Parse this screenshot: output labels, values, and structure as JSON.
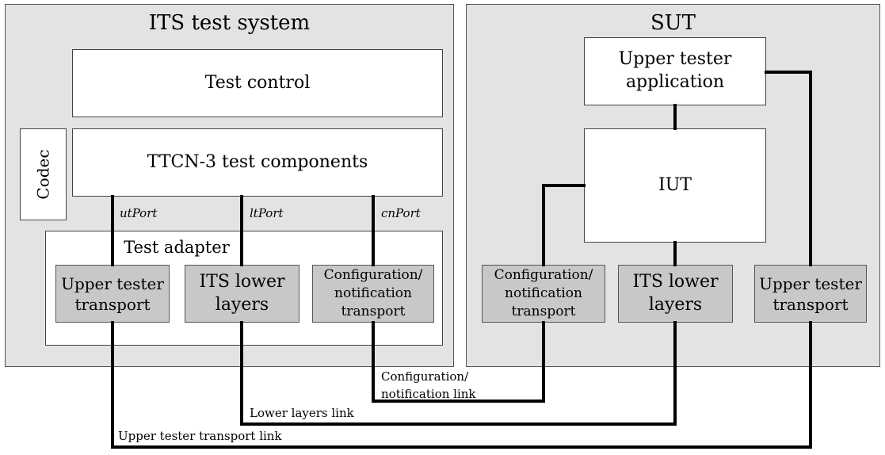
{
  "its_system": {
    "title": "ITS test system",
    "test_control": "Test control",
    "codec": "Codec",
    "ttcn3": "TTCN-3 test components",
    "ports": {
      "ut": "utPort",
      "lt": "ltPort",
      "cn": "cnPort"
    },
    "test_adapter": "Test adapter",
    "upper_tester_transport": "Upper tester\ntransport",
    "lower_layers": "ITS lower\nlayers",
    "config_transport": "Configuration/\nnotification\ntransport"
  },
  "sut": {
    "title": "SUT",
    "upper_tester_app": "Upper tester\napplication",
    "iut": "IUT",
    "config_transport": "Configuration/\nnotification\ntransport",
    "lower_layers": "ITS lower\nlayers",
    "upper_tester_transport": "Upper tester\ntransport"
  },
  "links": {
    "config": "Configuration/\nnotification link",
    "lower": "Lower layers link",
    "upper": "Upper tester transport link"
  }
}
